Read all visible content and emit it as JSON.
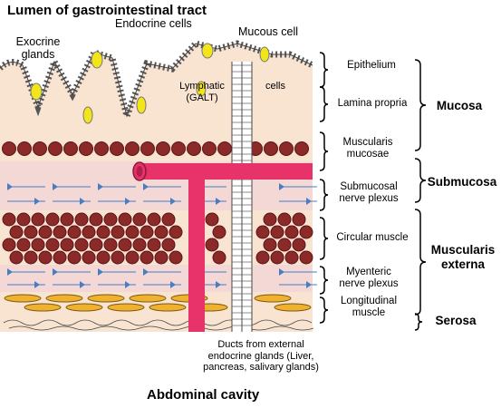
{
  "title": "Lumen of gastrointestinal tract",
  "bottom_label": "Abdominal cavity",
  "callouts": {
    "exocrine": [
      "Exocrine",
      "glands"
    ],
    "endocrine": "Endocrine cells",
    "mucous": "Mucous cell",
    "lymphatic": [
      "Lymphatic",
      "(GALT)"
    ],
    "cells": "cells"
  },
  "layers": {
    "epithelium": "Epithelium",
    "lamina_propria": "Lamina propria",
    "muscularis_mucosae": [
      "Muscularis",
      "mucosae"
    ],
    "submucosal_plexus": [
      "Submucosal",
      "nerve plexus"
    ],
    "circular_muscle": "Circular muscle",
    "myenteric_plexus": [
      "Myenteric",
      "nerve plexus"
    ],
    "longitudinal_muscle": [
      "Longitudinal",
      "muscle"
    ]
  },
  "groups": {
    "mucosa": "Mucosa",
    "submucosa": "Submucosa",
    "muscularis_externa": [
      "Muscularis",
      "externa"
    ],
    "serosa": "Serosa"
  },
  "ducts_label": [
    "Ducts from external",
    "endocrine glands (Liver,",
    "pancreas, salivary glands)"
  ],
  "colors": {
    "tissue": "#f9e4d2",
    "submucosa": "#f3d8d6",
    "muscle_fill": "#8b2a28",
    "longitudinal_fill": "#f0b030",
    "vessel": "#e8336a",
    "nerve": "#4a7cc0",
    "gland_cell": "#f2e61a"
  }
}
